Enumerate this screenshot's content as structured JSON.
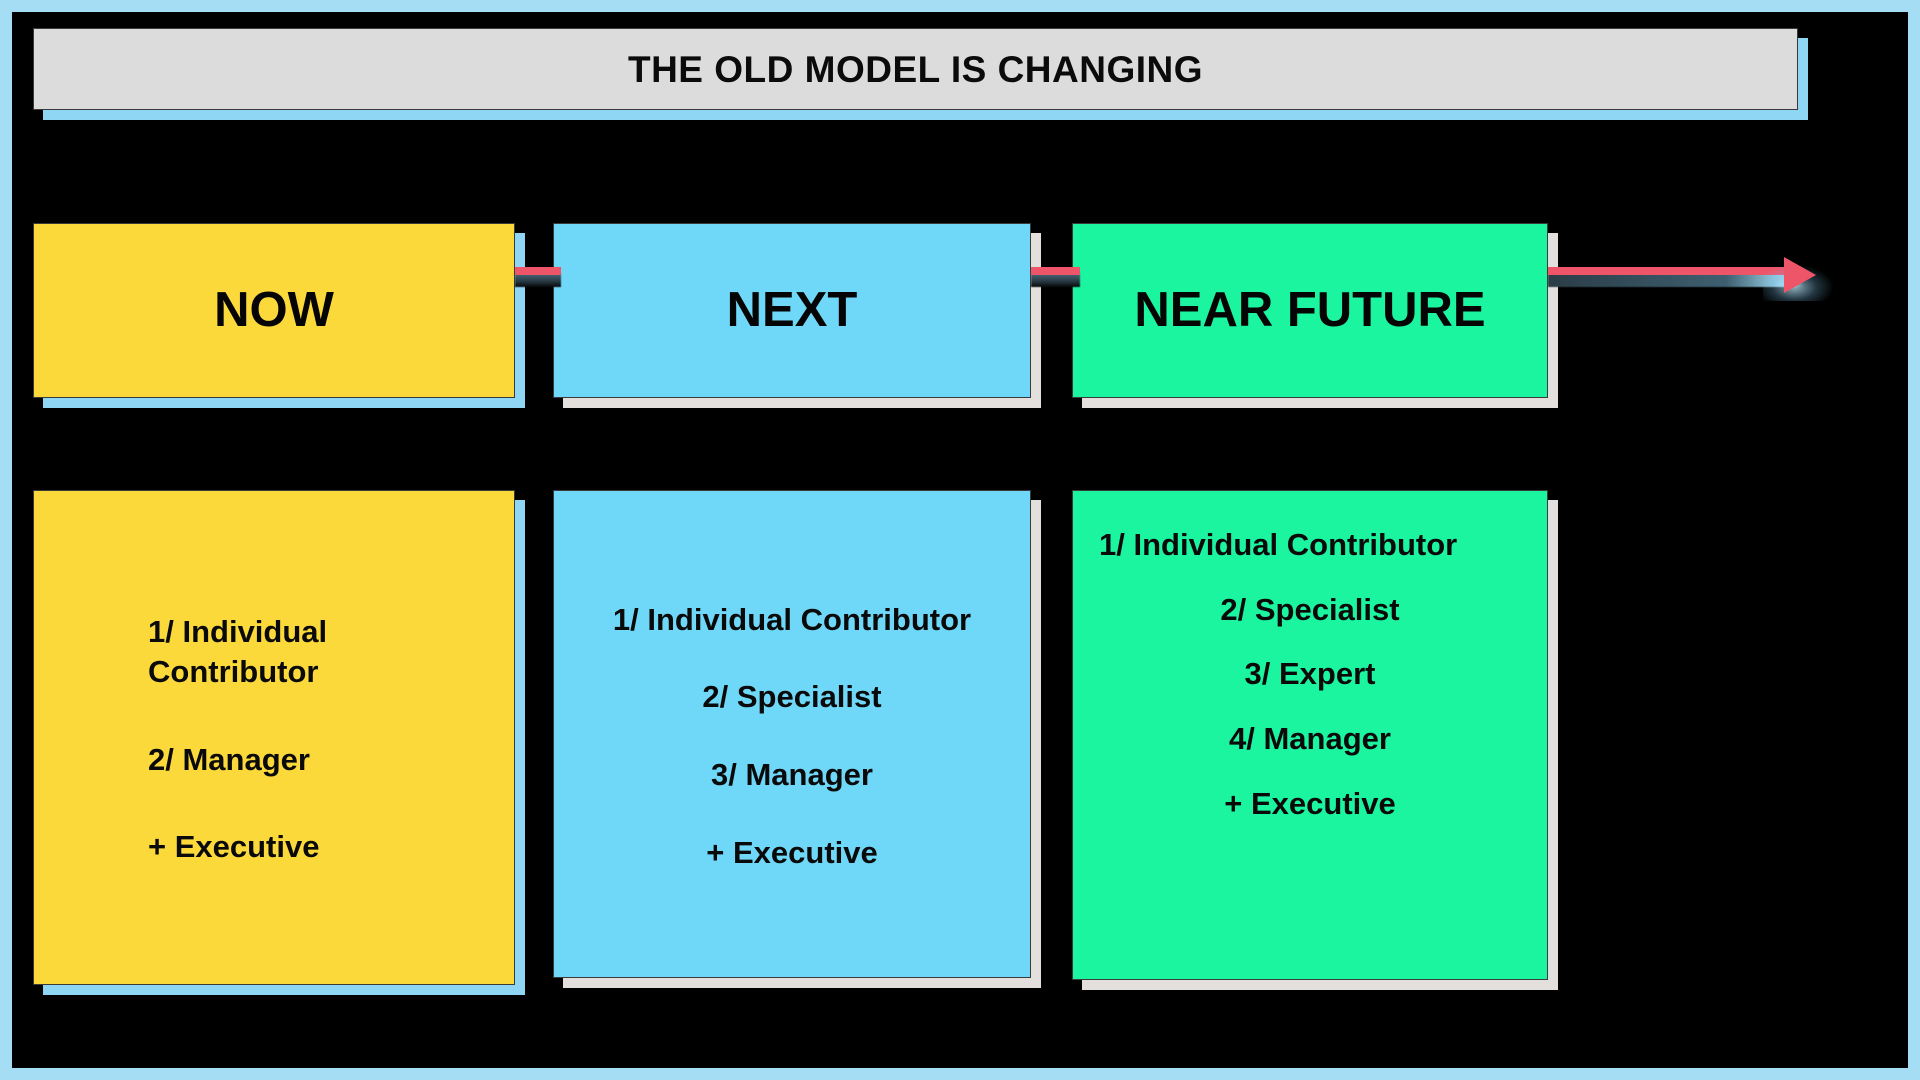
{
  "slide": {
    "background_color": "#000000",
    "frame_color": "#a5def4",
    "title": "THE OLD MODEL IS CHANGING"
  },
  "colors": {
    "now": "#fcd93a",
    "next": "#6fd8f9",
    "near_future": "#1cf5a0",
    "header_bar": "#dcdcdc",
    "arrow": "#ef5569",
    "blue_shadow": "#8fd5f4",
    "gray_shadow": "#e2dfdc"
  },
  "phases": [
    {
      "id": "now",
      "heading": "NOW",
      "items": [
        "1/ Individual Contributor",
        "2/ Manager",
        "+ Executive"
      ]
    },
    {
      "id": "next",
      "heading": "NEXT",
      "items": [
        "1/ Individual Contributor",
        "2/ Specialist",
        "3/ Manager",
        "+ Executive"
      ]
    },
    {
      "id": "near-future",
      "heading": "NEAR FUTURE",
      "items": [
        "1/ Individual Contributor",
        "2/ Specialist",
        "3/ Expert",
        "4/ Manager",
        "+ Executive"
      ]
    }
  ]
}
